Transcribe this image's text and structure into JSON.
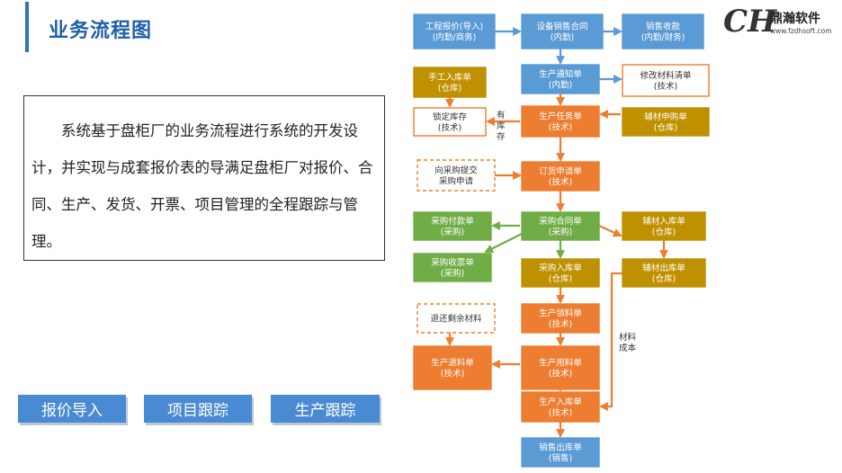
{
  "header": {
    "title": "业务流程图"
  },
  "description": "系统基于盘柜厂的业务流程进行系统的开发设计，并实现与成套报价表的导满足盘柜厂对报价、合同、生产、发货、开票、项目管理的全程跟踪与管理。",
  "buttons": [
    {
      "label": "报价导入"
    },
    {
      "label": "项目跟踪"
    },
    {
      "label": "生产跟踪"
    }
  ],
  "logo": {
    "name": "鼎瀚软件",
    "url": "www.fzdhsoft.com"
  },
  "colors": {
    "blue": "#5b9bd5",
    "orange": "#ed7d31",
    "gold": "#bf9000",
    "green": "#70ad47",
    "title": "#1f5fa8",
    "button": "#4a8ad2"
  },
  "flow": {
    "nodes": [
      {
        "id": "quote",
        "lines": [
          "工程报价(导入)",
          "(内勤/商务)"
        ],
        "style": "blue"
      },
      {
        "id": "contract",
        "lines": [
          "设备销售合同",
          "(内勤)"
        ],
        "style": "blue"
      },
      {
        "id": "receipt",
        "lines": [
          "销售收款",
          "(内勤/财务)"
        ],
        "style": "blue"
      },
      {
        "id": "notice",
        "lines": [
          "生产通知单",
          "(内勤)"
        ],
        "style": "blue"
      },
      {
        "id": "modify",
        "lines": [
          "修改材料清单",
          "(技术)"
        ],
        "style": "outline"
      },
      {
        "id": "manual_in",
        "lines": [
          "手工入库单",
          "(仓库)"
        ],
        "style": "gold"
      },
      {
        "id": "lock",
        "lines": [
          "锁定库存",
          "(技术)"
        ],
        "style": "outline"
      },
      {
        "id": "task",
        "lines": [
          "生产任务单",
          "(技术)"
        ],
        "style": "orange"
      },
      {
        "id": "aux_buy",
        "lines": [
          "辅材申购单",
          "(仓库)"
        ],
        "style": "gold"
      },
      {
        "id": "req_submit",
        "lines": [
          "向采购提交",
          "采购申请"
        ],
        "style": "dashed"
      },
      {
        "id": "order_req",
        "lines": [
          "订货申请单",
          "(技术)"
        ],
        "style": "orange"
      },
      {
        "id": "pay",
        "lines": [
          "采购付款单",
          "(采购)"
        ],
        "style": "green"
      },
      {
        "id": "po",
        "lines": [
          "采购合同单",
          "(采购)"
        ],
        "style": "green"
      },
      {
        "id": "aux_in",
        "lines": [
          "辅材入库单",
          "(仓库)"
        ],
        "style": "gold"
      },
      {
        "id": "invoice",
        "lines": [
          "采购收票单",
          "(采购)"
        ],
        "style": "green"
      },
      {
        "id": "po_in",
        "lines": [
          "采购入库单",
          "(仓库)"
        ],
        "style": "gold"
      },
      {
        "id": "aux_out",
        "lines": [
          "辅材出库单",
          "(仓库)"
        ],
        "style": "gold"
      },
      {
        "id": "return_mat",
        "lines": [
          "退还剩余材料"
        ],
        "style": "dashed"
      },
      {
        "id": "pick",
        "lines": [
          "生产领料单",
          "(技术)"
        ],
        "style": "orange"
      },
      {
        "id": "ret",
        "lines": [
          "生产退料单",
          "(技术)"
        ],
        "style": "orange"
      },
      {
        "id": "use",
        "lines": [
          "生产用料单",
          "(技术)"
        ],
        "style": "orange"
      },
      {
        "id": "prod_in",
        "lines": [
          "生产入库单",
          "(技术)"
        ],
        "style": "orange"
      },
      {
        "id": "sale_out",
        "lines": [
          "销售出库单",
          "(销售)"
        ],
        "style": "blue"
      }
    ],
    "labels": [
      {
        "id": "stock",
        "lines": [
          "有",
          "库",
          "存"
        ]
      },
      {
        "id": "cost",
        "lines": [
          "材料",
          "成本"
        ]
      }
    ]
  }
}
